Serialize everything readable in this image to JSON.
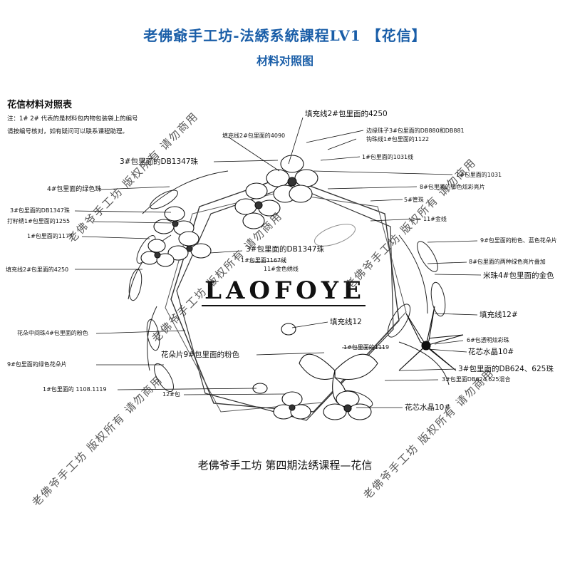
{
  "title": "老佛爺手工坊-法綉系統課程LV1 【花信】",
  "subtitle": "材料对照图",
  "info": {
    "heading": "花信材料对照表",
    "note1": "注：1# 2# 代表的是材料包内物包装袋上的编号",
    "note2": "请按编号核对，如有疑问可以联系课程助理。"
  },
  "logo": "LAOFOYE",
  "footer": "老佛爷手工坊 第四期法绣课程—花信",
  "watermark": "老佛爷手工坊 版权所有 请勿商用",
  "labels": [
    "填充线2#包里面的4250",
    "填充线2#包里面的4090",
    "边缘珠子3#包里面的DB880和DB881",
    "钩珠线1#包里面的1122",
    "3#包里面的DB1347珠",
    "1#包里面的1031线",
    "1#包里面的1031",
    "4#包里面的绿色珠",
    "8#包里面的御色炫彩亮片",
    "5#管珠",
    "3#包里面的DB1347珠",
    "打籽绣1#包里面的1255",
    "11#金线",
    "1#包里面的1177",
    "9#包里面的粉色、蓝色花朵片",
    "3#包里面的DB1347珠",
    "1#包里面1167线",
    "8#包里面的两种绿色亮片叠加",
    "填充线2#包里面的4250",
    "11#金色绣线",
    "米珠4#包里面的金色",
    "填充线12#",
    "填充线12",
    "花朵中间珠4#包里面的粉色",
    "6#包透明炫彩珠",
    "1#包里面的1119",
    "花芯水晶10#",
    "花朵片9#包里面的粉色",
    "9#包里面的绿色花朵片",
    "3#包里面的DB624、625珠",
    "3#包里面DB624 625混合",
    "1#包里面的 1108.1119",
    "12#包",
    "花芯水晶10#"
  ]
}
